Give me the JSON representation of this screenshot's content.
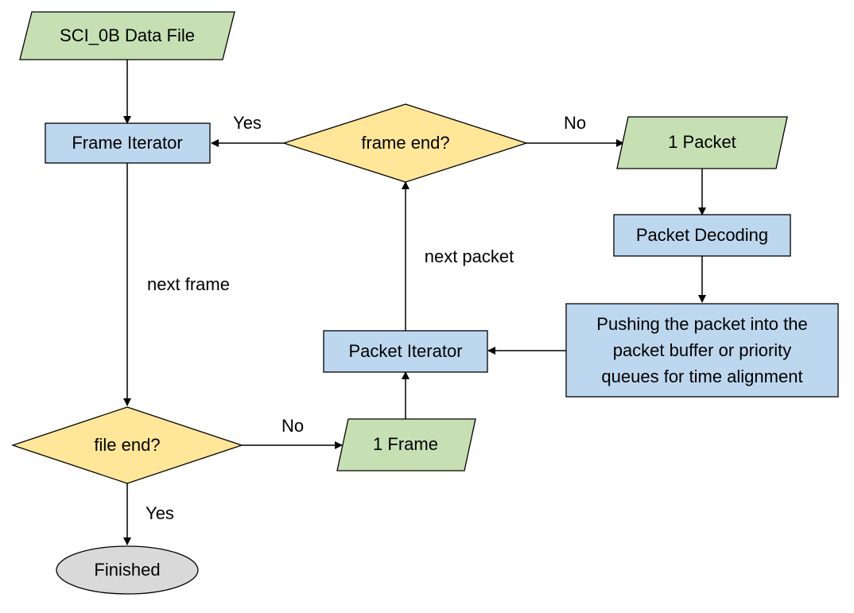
{
  "colors": {
    "io_fill": "#c6e0b4",
    "process_fill": "#bdd7ee",
    "decision_fill": "#ffe699",
    "terminal_fill": "#d9d9d9",
    "stroke": "#000000"
  },
  "nodes": {
    "data_file": "SCI_0B Data File",
    "frame_iterator": "Frame Iterator",
    "frame_end": "frame end?",
    "one_packet": "1 Packet",
    "packet_decoding": "Packet Decoding",
    "pushing_packet": {
      "line1": "Pushing the packet into the",
      "line2": "packet buffer or priority",
      "line3": "queues for time alignment"
    },
    "packet_iterator": "Packet Iterator",
    "file_end": "file end?",
    "one_frame": "1 Frame",
    "finished": "Finished"
  },
  "edge_labels": {
    "frame_end_yes": "Yes",
    "frame_end_no": "No",
    "next_packet": "next packet",
    "next_frame": "next frame",
    "file_end_no": "No",
    "file_end_yes": "Yes"
  }
}
